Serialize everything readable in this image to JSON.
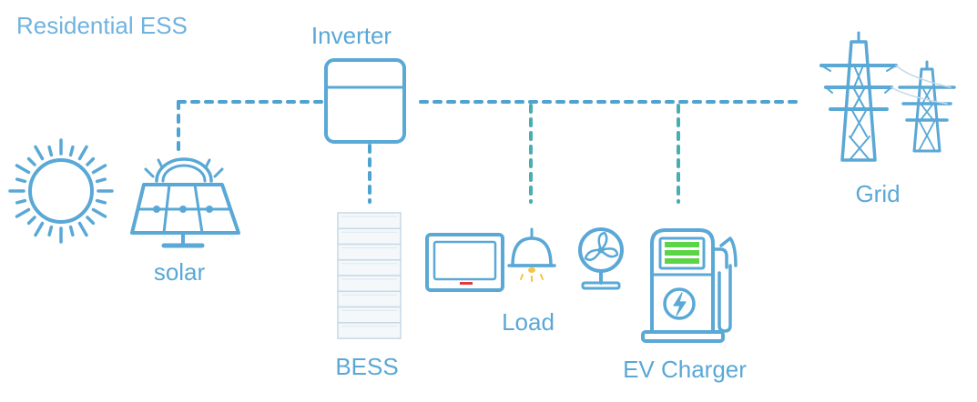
{
  "title": "Residential ESS",
  "labels": {
    "inverter": "Inverter",
    "solar": "solar",
    "bess": "BESS",
    "load": "Load",
    "ev_charger": "EV Charger",
    "grid": "Grid"
  },
  "colors": {
    "primary": "#5AA8D6",
    "title": "#6FB3DF",
    "dashed_main": "#4FA3D1",
    "dashed_branch": "#4AADB0",
    "bess_fill": "#F4F8FB",
    "bess_stroke": "#C7D9E6",
    "battery_green": "#5BD447",
    "indicator_red": "#E03A3A",
    "lamp_glow": "#F4C542"
  },
  "icons": [
    "sun-icon",
    "solar-panel-icon",
    "inverter-icon",
    "battery-stack-icon",
    "tv-icon",
    "lamp-icon",
    "fan-icon",
    "ev-charger-icon",
    "power-tower-icon"
  ]
}
